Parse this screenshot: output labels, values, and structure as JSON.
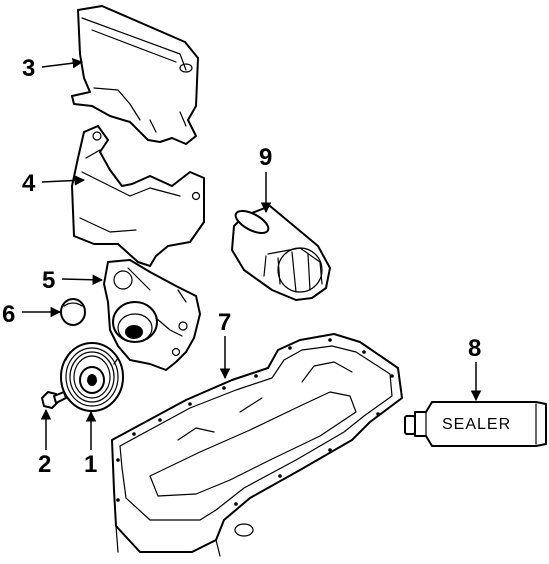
{
  "diagram": {
    "callouts": [
      {
        "id": "1",
        "label": "1"
      },
      {
        "id": "2",
        "label": "2"
      },
      {
        "id": "3",
        "label": "3"
      },
      {
        "id": "4",
        "label": "4"
      },
      {
        "id": "5",
        "label": "5"
      },
      {
        "id": "6",
        "label": "6"
      },
      {
        "id": "7",
        "label": "7"
      },
      {
        "id": "8",
        "label": "8"
      },
      {
        "id": "9",
        "label": "9"
      }
    ],
    "sealer_tube_text": "SEALER"
  }
}
